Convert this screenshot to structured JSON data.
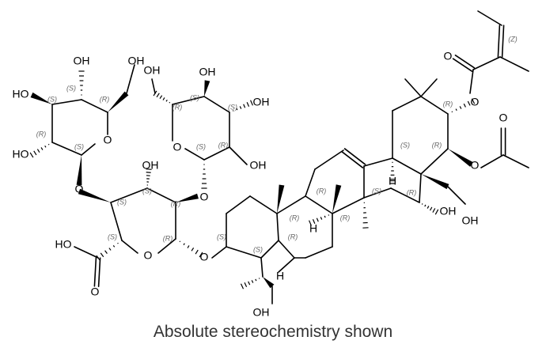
{
  "molecule": {
    "atom_labels": {
      "oh": "OH",
      "ho": "HO",
      "o": "O",
      "h": "H"
    },
    "stereo_labels": {
      "r": "(R)",
      "s": "(S)",
      "z": "(Z)"
    }
  },
  "caption": "Absolute stereochemistry shown"
}
